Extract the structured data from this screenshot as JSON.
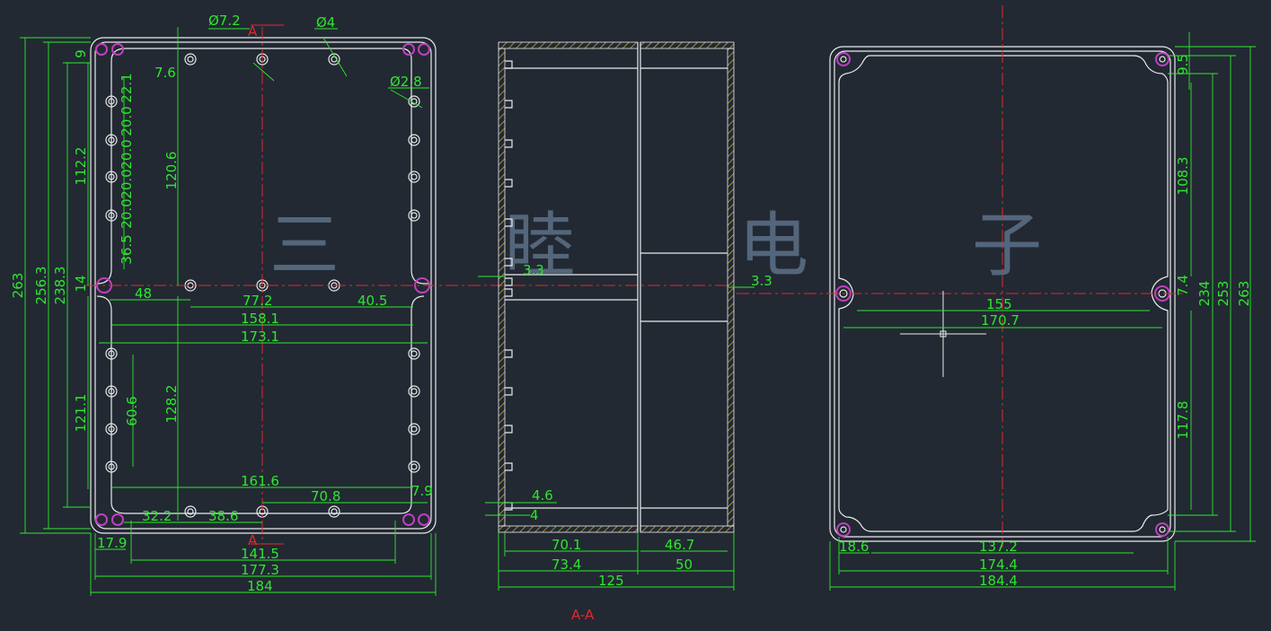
{
  "watermark": [
    "三",
    "睦",
    "电",
    "子"
  ],
  "section_label": "A-A",
  "cut_marker": "A",
  "colors": {
    "background": "#222933",
    "outline": "#eaeaea",
    "dimension": "#2ee62e",
    "centerline": "#e0292b",
    "hole": "#c040c0",
    "watermark": "#5d7188"
  },
  "left_view": {
    "top": {
      "d72": "Ø7.2",
      "d4": "Ø4",
      "d28": "Ø2.8",
      "v76": "7.6"
    },
    "left_dims": [
      "263",
      "256.3",
      "238.3",
      "112.2",
      "121.1",
      "9"
    ],
    "spacing": [
      "22.1",
      "20.0",
      "20.0",
      "20.0",
      "20.0",
      "36.5",
      "14",
      "60.6"
    ],
    "inner": {
      "v1206": "120.6",
      "v1282": "128.2"
    },
    "horizontal": {
      "h48": "48",
      "h772": "77.2",
      "h405": "40.5",
      "h1581": "158.1",
      "h1731": "173.1",
      "h1616": "161.6",
      "h708": "70.8",
      "h79": "7.9",
      "h322": "32.2",
      "h386": "38.6",
      "h179": "17.9",
      "h1415": "141.5",
      "h1773": "177.3",
      "h184": "184"
    }
  },
  "section_view": {
    "h33l": "3.3",
    "h33r": "3.3",
    "h46": "4.6",
    "h4": "4",
    "h701": "70.1",
    "h467": "46.7",
    "h734": "73.4",
    "h50": "50",
    "h125": "125"
  },
  "right_view": {
    "h155": "155",
    "h1707": "170.7",
    "h186": "18.6",
    "h1372": "137.2",
    "h1744": "174.4",
    "h1844": "184.4",
    "v1083": "108.3",
    "v1178": "117.8",
    "v234": "234",
    "v253": "253",
    "v263": "263",
    "v95": "9.5",
    "v74": "7.4"
  }
}
